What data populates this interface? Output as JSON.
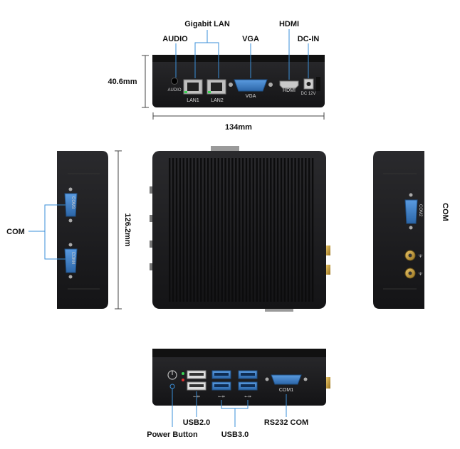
{
  "callouts": {
    "gigabit_lan": "Gigabit LAN",
    "audio": "AUDIO",
    "vga": "VGA",
    "hdmi": "HDMI",
    "dc_in": "DC-IN",
    "com_left": "COM",
    "com_right": "COM",
    "usb20": "USB2.0",
    "usb30": "USB3.0",
    "rs232_com": "RS232 COM",
    "power_button": "Power Button"
  },
  "dimensions": {
    "height": "40.6mm",
    "width": "134mm",
    "depth": "126.2mm"
  },
  "port_labels": {
    "audio": "AUDIO",
    "lan1": "LAN1",
    "lan2": "LAN2",
    "vga": "VGA",
    "hdmi": "HDMI",
    "dc": "DC 12V",
    "com1": "COM1",
    "com2": "COM2",
    "com3": "COM3",
    "com4": "COM4"
  },
  "colors": {
    "chassis": "#1c1c1e",
    "port_blue": "#3b7fc4",
    "callout_line": "#3a8fd8",
    "lan_green": "#39d353"
  }
}
